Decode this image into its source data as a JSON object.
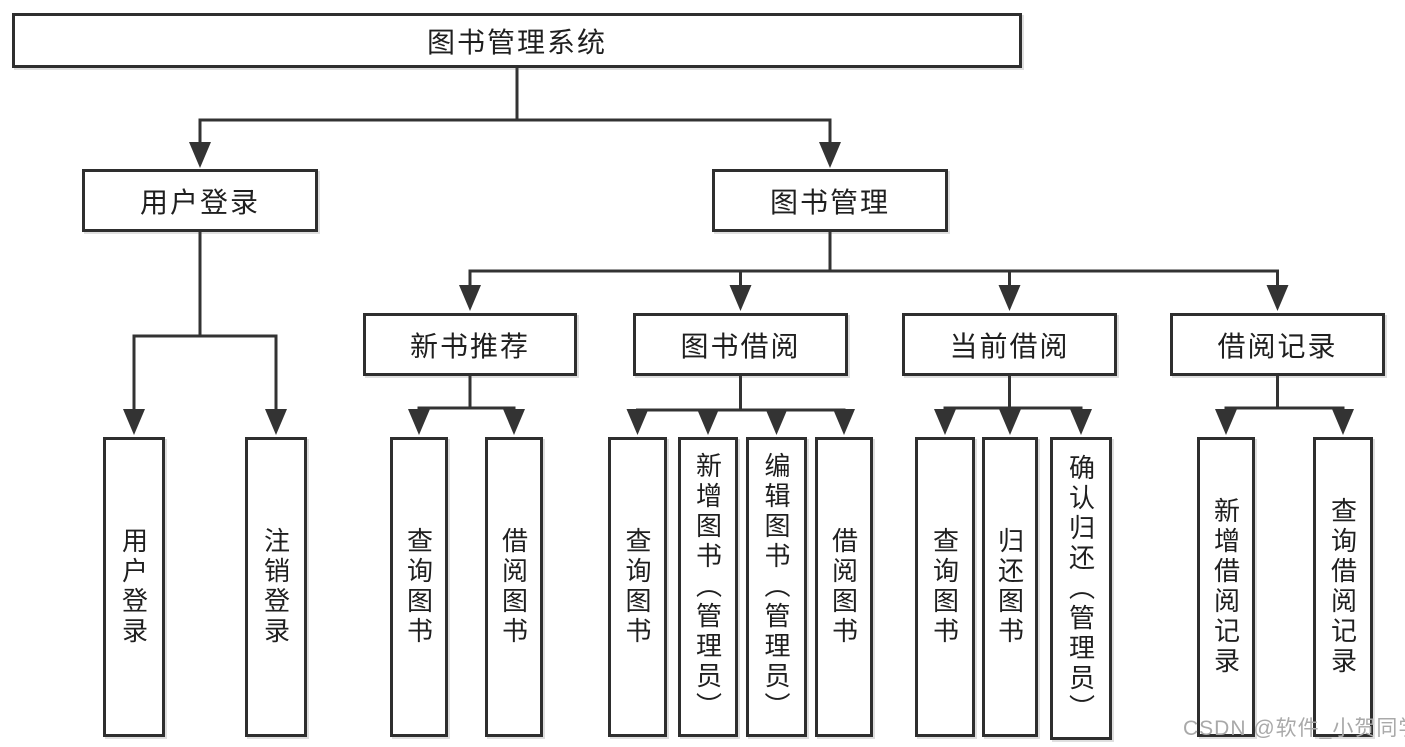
{
  "tree": {
    "root": {
      "label": "图书管理系统",
      "children": [
        {
          "label": "用户登录",
          "children": [
            {
              "label": "用户登录"
            },
            {
              "label": "注销登录"
            }
          ]
        },
        {
          "label": "图书管理",
          "children": [
            {
              "label": "新书推荐",
              "children": [
                {
                  "label": "查询图书"
                },
                {
                  "label": "借阅图书"
                }
              ]
            },
            {
              "label": "图书借阅",
              "children": [
                {
                  "label": "查询图书"
                },
                {
                  "label": "新增图书（管理员）"
                },
                {
                  "label": "编辑图书（管理员）"
                },
                {
                  "label": "借阅图书"
                }
              ]
            },
            {
              "label": "当前借阅",
              "children": [
                {
                  "label": "查询图书"
                },
                {
                  "label": "归还图书"
                },
                {
                  "label": "确认归还（管理员）"
                }
              ]
            },
            {
              "label": "借阅记录",
              "children": [
                {
                  "label": "新增借阅记录"
                },
                {
                  "label": "查询借阅记录"
                }
              ]
            }
          ]
        }
      ]
    }
  },
  "watermark": {
    "text": "CSDN @软件_小贺同学",
    "color": "#a9a9a9"
  },
  "colors": {
    "line": "#333333",
    "box_border": "#2e2e2e",
    "text": "#1f1f1f",
    "background": "#ffffff"
  }
}
